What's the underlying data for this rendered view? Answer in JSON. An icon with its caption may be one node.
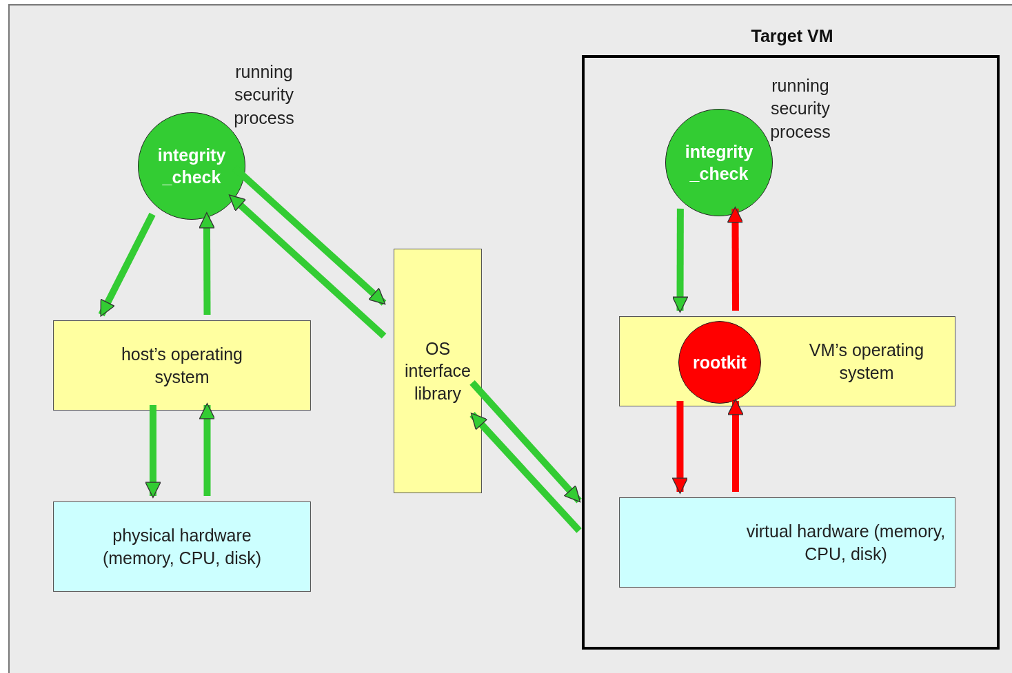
{
  "diagram": {
    "nodes": [
      {
        "text": [
          "Target VM"
        ]
      },
      {
        "text": [
          "integrity _check"
        ],
        "beside": [
          "running security process"
        ]
      },
      {
        "text": [
          "host’s operating system"
        ]
      },
      {
        "text": [
          "physical hardware (memory, CPU, disk)"
        ]
      },
      {
        "text": [
          "OS interface library"
        ]
      },
      {
        "text": [
          "integrity _check"
        ],
        "beside": [
          "running security process"
        ],
        "in": 0
      },
      {
        "text": [
          "VM’s operating system"
        ],
        "in": 0
      },
      {
        "text": [
          "rootkit"
        ],
        "in": 6
      },
      {
        "text": [
          "virtual hardware (memory, CPU, disk)"
        ],
        "in": 0
      }
    ],
    "edges": [
      {
        "from": 1,
        "to": 2,
        "arrow": "to"
      },
      {
        "from": 2,
        "to": 1,
        "arrow": "to"
      },
      {
        "from": 2,
        "to": 3,
        "arrow": "to"
      },
      {
        "from": 3,
        "to": 2,
        "arrow": "to"
      },
      {
        "from": 1,
        "to": 4,
        "arrow": "to"
      },
      {
        "from": 4,
        "to": 1,
        "arrow": "to"
      },
      {
        "from": 4,
        "to": 8,
        "arrow": "to"
      },
      {
        "from": 8,
        "to": 4,
        "arrow": "to"
      },
      {
        "from": 5,
        "to": 6,
        "arrow": "to"
      },
      {
        "from": 6,
        "to": 5,
        "arrow": "to",
        "color": "#ff0000"
      },
      {
        "from": 6,
        "to": 8,
        "arrow": "to",
        "color": "#ff0000"
      },
      {
        "from": 8,
        "to": 6,
        "arrow": "to",
        "color": "#ff0000"
      }
    ]
  }
}
